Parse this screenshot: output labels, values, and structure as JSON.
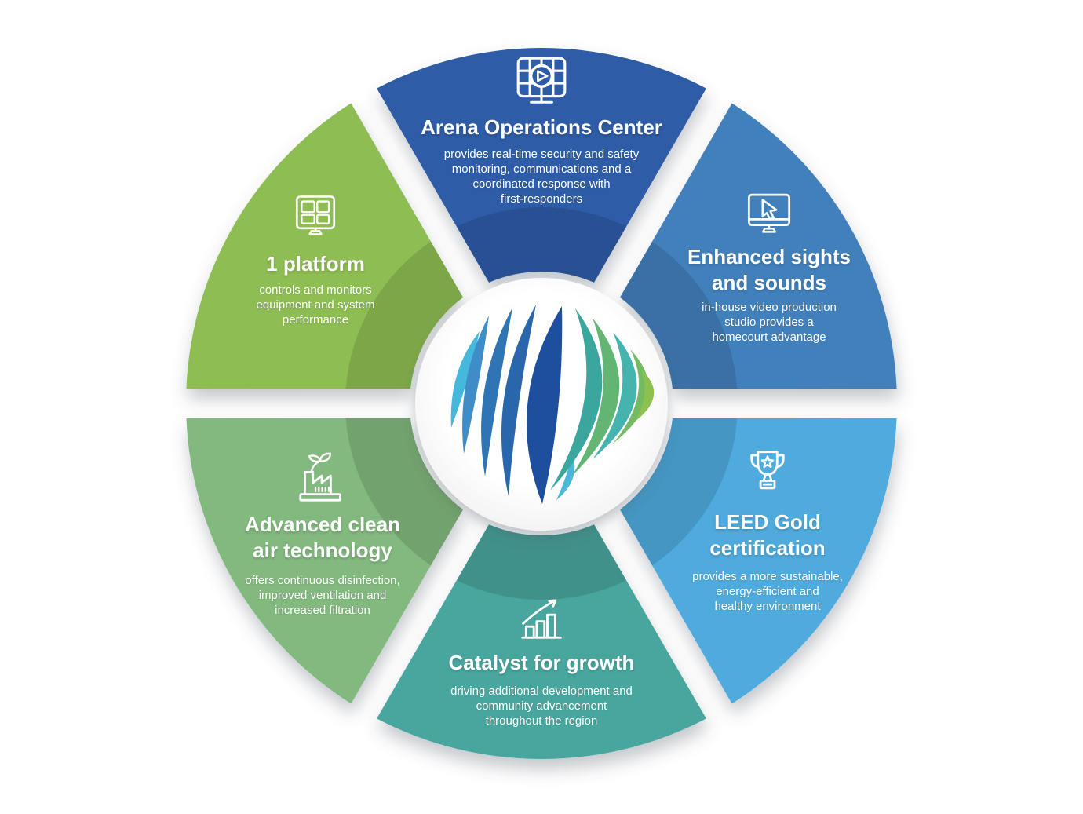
{
  "canvas": {
    "background": "#ffffff"
  },
  "center": {
    "logo": "globe-stripes-logo",
    "circle_color": "#ffffff",
    "stripe_colors": [
      "#45b8dc",
      "#3f8dc6",
      "#2f74b4",
      "#2a66ac",
      "#1d4f9e",
      "#49b8d9",
      "#3ba69e",
      "#63b573",
      "#45b3ae",
      "#74ba62",
      "#8cc14f"
    ]
  },
  "segments": [
    {
      "id": "arena-operations-center",
      "position": "top",
      "color": "#2d5ba7",
      "icon": "video-wall-monitor-icon",
      "title": "Arena Operations Center",
      "description": "provides real-time security and safety monitoring, communications and a coordinated response with first-responders",
      "description_lines": [
        "provides real-time security and safety",
        "monitoring, communications and a",
        "coordinated response with",
        "first-responders"
      ]
    },
    {
      "id": "enhanced-sights-and-sounds",
      "position": "upper-right",
      "color": "#4380bc",
      "icon": "cursor-monitor-icon",
      "title": "Enhanced sights and sounds",
      "title_lines": [
        "Enhanced sights",
        "and sounds"
      ],
      "description": "in-house video production studio provides a homecourt advantage",
      "description_lines": [
        "in-house video production",
        "studio provides a",
        "homecourt advantage"
      ]
    },
    {
      "id": "leed-gold-certification",
      "position": "lower-right",
      "color": "#4fabdd",
      "icon": "trophy-icon",
      "title": "LEED Gold certification",
      "title_lines": [
        "LEED Gold",
        "certification"
      ],
      "description": "provides a more sustainable, energy-efficient and healthy environment",
      "description_lines": [
        "provides a more sustainable,",
        "energy-efficient and",
        "healthy environment"
      ]
    },
    {
      "id": "catalyst-for-growth",
      "position": "bottom",
      "color": "#48a69e",
      "icon": "growth-chart-icon",
      "title": "Catalyst for growth",
      "description": "driving additional development and community advancement throughout the region",
      "description_lines": [
        "driving additional development and",
        "community advancement",
        "throughout the region"
      ]
    },
    {
      "id": "advanced-clean-air-technology",
      "position": "lower-left",
      "color": "#82b97e",
      "icon": "clean-factory-icon",
      "title": "Advanced clean air technology",
      "title_lines": [
        "Advanced clean",
        "air technology"
      ],
      "description": "offers continuous disinfection, improved ventilation and increased filtration",
      "description_lines": [
        "offers continuous disinfection,",
        "improved ventilation and",
        "increased filtration"
      ]
    },
    {
      "id": "one-platform",
      "position": "upper-left",
      "color": "#8ebd52",
      "icon": "dashboard-monitor-icon",
      "title": "1 platform",
      "description": "controls and monitors equipment and system performance",
      "description_lines": [
        "controls and monitors",
        "equipment and system",
        "performance"
      ]
    }
  ]
}
